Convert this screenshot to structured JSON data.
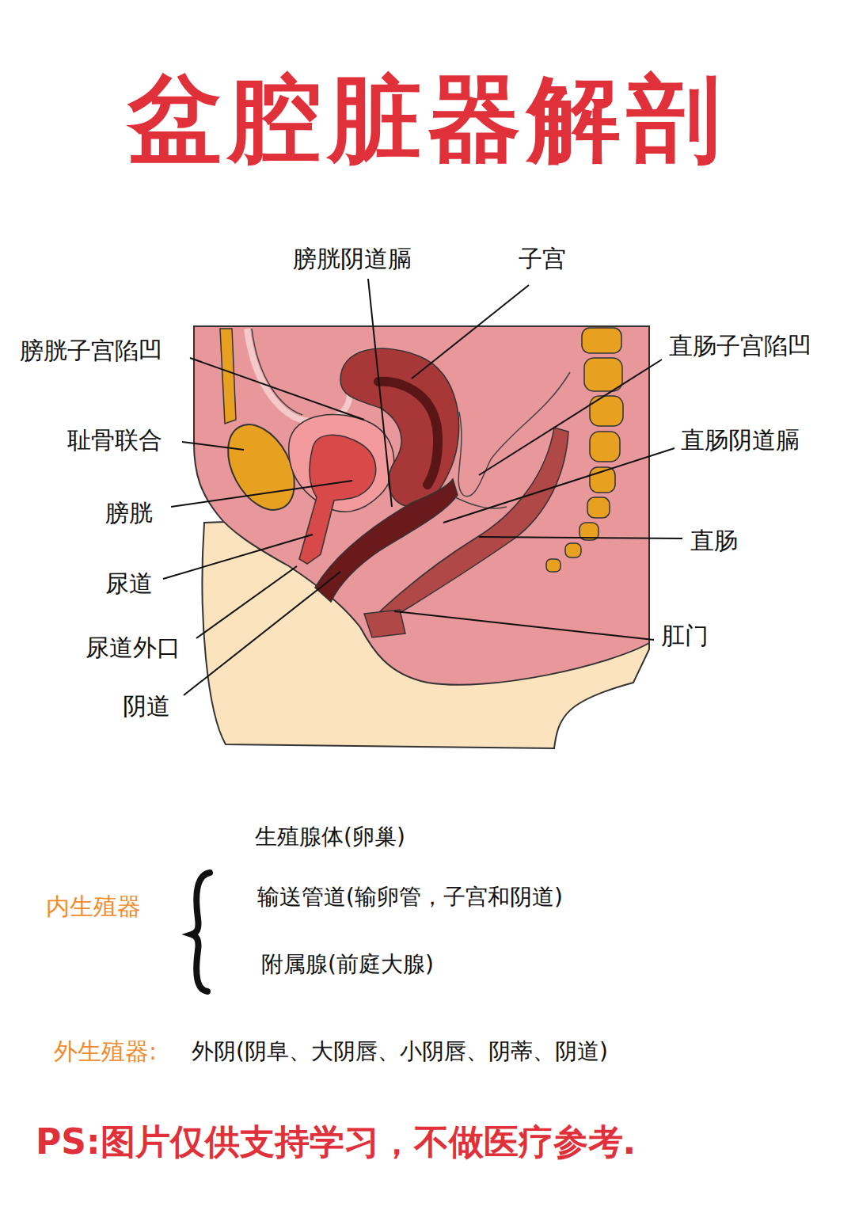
{
  "diagram": {
    "title": "盆腔脏器解剖",
    "labels": [
      "膀胱阴道膈",
      "子宫",
      "膀胱子宫陷凹",
      "直肠子宫陷凹",
      "耻骨联合",
      "直肠阴道膈",
      "膀胱",
      "直肠",
      "尿道",
      "尿道外口",
      "肛门",
      "阴道",
      "内生殖器",
      "生殖腺体(卵巢)",
      "输送管道(输卵管，子宫和阴道)",
      "附属腺(前庭大腺)",
      "外生殖器:",
      "外阴(阴阜、大阴唇、小阴唇、阴蒂、阴道)",
      "PS:图片仅供支持学习，不做医疗参考."
    ]
  }
}
